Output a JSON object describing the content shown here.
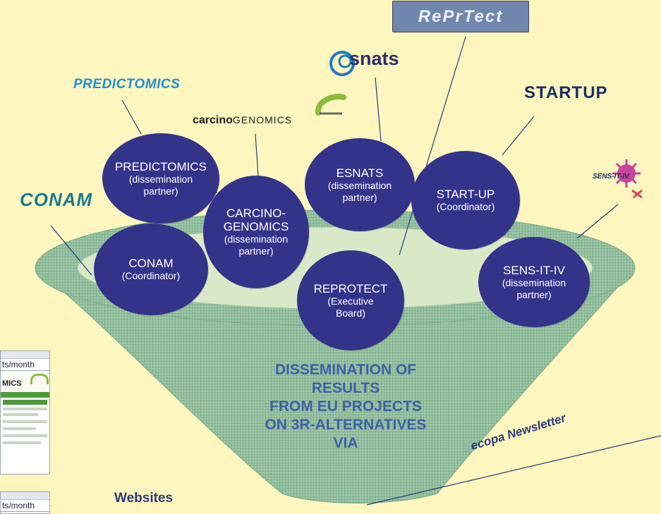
{
  "logos": {
    "reprotect": "RePrTect",
    "esnats": "snats",
    "predictomics": "PREDICTOMICS",
    "carcinogenomics_a": "carcino",
    "carcinogenomics_b": "GENOMICS",
    "startup": "STARTUP",
    "conam": "CONAM",
    "sensitiv": "SENS-IT-IV"
  },
  "nodes": [
    {
      "title": "PREDICTOMICS",
      "lines": [
        "(dissemination",
        "partner)"
      ]
    },
    {
      "title": "CARCINO-",
      "lines": [
        "GENOMICS",
        "(dissemination",
        "partner)"
      ]
    },
    {
      "title": "ESNATS",
      "lines": [
        "(dissemination",
        "partner)"
      ]
    },
    {
      "title": "START-UP",
      "lines": [
        "(Coordinator)"
      ]
    },
    {
      "title": "CONAM",
      "lines": [
        "(Coordinator)"
      ]
    },
    {
      "title": "REPROTECT",
      "lines": [
        "(Executive",
        "Board)"
      ]
    },
    {
      "title": "SENS-IT-IV",
      "lines": [
        "(dissemination",
        "partner)"
      ]
    }
  ],
  "center": {
    "lines": [
      "DISSEMINATION OF",
      "RESULTS",
      "FROM EU PROJECTS",
      "ON 3R-ALTERNATIVES",
      "VIA"
    ]
  },
  "labels": {
    "websites": "Websites",
    "newsletter": "ecopa Newsletter"
  },
  "thumbnails": {
    "top_label": "ts/month",
    "top_logo": "MICS",
    "bottom_label": "ts/month"
  },
  "colors": {
    "background": "#fdf6bf",
    "node": "#34338a",
    "funnel": "#9cc6a4",
    "center_text": "#3e60a8"
  }
}
